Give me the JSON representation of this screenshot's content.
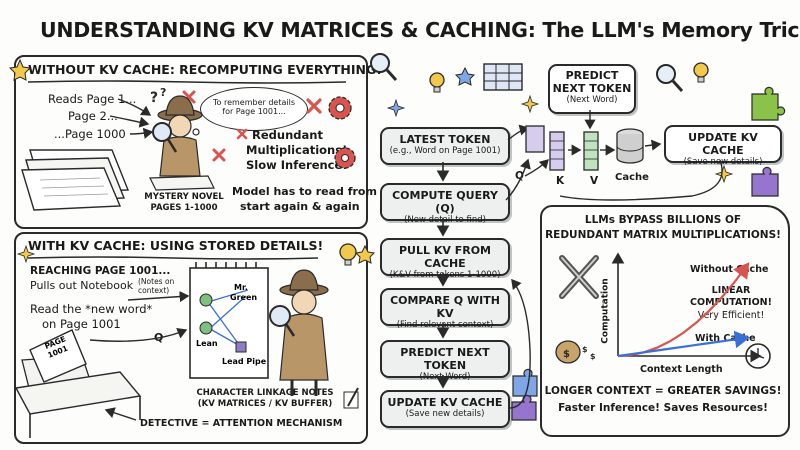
{
  "title": "UNDERSTANDING KV MATRICES & CACHING: The LLM's Memory Trick",
  "without_cache": {
    "heading": "WITHOUT KV CACHE: RECOMPUTING EVERYTHING!",
    "reads": [
      "Reads Page 1...",
      "Page 2...",
      "...Page 1000"
    ],
    "thought_bubble": [
      "To remember details",
      "for Page 1001..."
    ],
    "redundant": [
      "Redundant",
      "Multiplications!",
      "Slow Inference!"
    ],
    "novel_label": [
      "MYSTERY NOVEL",
      "PAGES 1-1000"
    ],
    "model_note": [
      "Model has to read from",
      "start again & again"
    ]
  },
  "with_cache": {
    "heading": "WITH KV CACHE: USING STORED DETAILS!",
    "reaching": "REACHING PAGE 1001...",
    "pulls_out": "Pulls out Notebook",
    "notes_on_context": [
      "(Notes on",
      "context)"
    ],
    "read_new": [
      "Read the *new word*",
      "on Page 1001"
    ],
    "q_label": "Q",
    "page_label": [
      "PAGE",
      "1001"
    ],
    "notebook_names": [
      "Mr.",
      "Green",
      "Lean",
      "Lead Pipe"
    ],
    "linkage": [
      "CHARACTER LINKAGE NOTES",
      "(KV MATRICES / KV BUFFER)"
    ],
    "detective": "DETECTIVE = ATTENTION MECHANISM"
  },
  "flow": {
    "steps": [
      {
        "title": "LATEST TOKEN",
        "sub": "(e.g., Word on Page 1001)"
      },
      {
        "title": "COMPUTE QUERY (Q)",
        "sub": "(New detail to find)"
      },
      {
        "title": "PULL KV FROM CACHE",
        "sub": "(K&V from tokens 1-1000)"
      },
      {
        "title": "COMPARE Q WITH KV",
        "sub": "(Find relevant context)"
      },
      {
        "title": "PREDICT NEXT TOKEN",
        "sub": "(Next Word)"
      },
      {
        "title": "UPDATE KV CACHE",
        "sub": "(Save new details)"
      }
    ],
    "predict_top": {
      "title": [
        "PREDICT",
        "NEXT TOKEN"
      ],
      "sub": "(Next Word)"
    },
    "update_right": {
      "title": "UPDATE KV CACHE",
      "sub": "(Save new details)"
    },
    "matrix_labels": {
      "q": "Q",
      "k": "K",
      "v": "V",
      "cache": "Cache",
      "q_side": "Q"
    }
  },
  "bypass": {
    "heading": [
      "LLMs BYPASS BILLIONS OF",
      "REDUNDANT MATRIX MULTIPLICATIONS!"
    ],
    "footer": [
      "LONGER CONTEXT = GREATER SAVINGS!",
      "Faster Inference! Saves Resources!"
    ]
  },
  "chart_data": {
    "type": "line",
    "title": "",
    "xlabel": "Context Length",
    "ylabel": "Computation",
    "x": [
      0,
      1,
      2,
      3,
      4,
      5,
      6,
      7,
      8,
      9,
      10
    ],
    "xlim": [
      0,
      10
    ],
    "ylim": [
      0,
      100
    ],
    "grid": false,
    "series": [
      {
        "name": "Without Cache",
        "color": "#d9534f",
        "values": [
          0,
          1,
          4,
          9,
          16,
          25,
          36,
          49,
          64,
          81,
          100
        ]
      },
      {
        "name": "With Cache",
        "color": "#3a6fd8",
        "values": [
          0,
          2,
          4,
          6,
          8,
          10,
          12,
          14,
          16,
          18,
          20
        ]
      }
    ],
    "annotations": [
      "LINEAR",
      "COMPUTATION!",
      "Very Efficient!"
    ]
  },
  "colors": {
    "accent_red": "#d9534f",
    "accent_blue": "#3a6fd8",
    "accent_yellow": "#f2c94c",
    "matrix_purple": "#8e7cc3",
    "matrix_green": "#7fbf7f",
    "puzzle_green": "#8bc34a",
    "puzzle_purple": "#9575cd"
  }
}
